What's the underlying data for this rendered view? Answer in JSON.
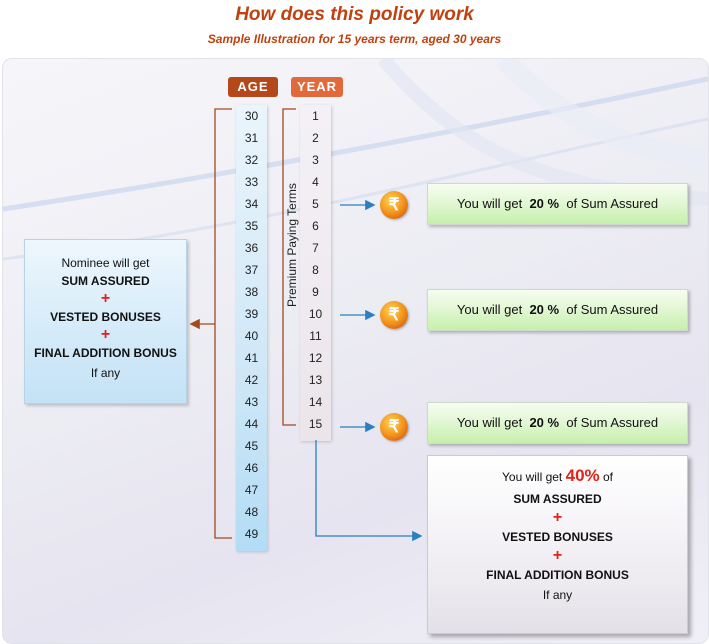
{
  "title": "How does this policy work",
  "subtitle": "Sample Illustration for 15 years term, aged 30 years",
  "headers": {
    "age": "AGE",
    "year": "YEAR"
  },
  "ages": [
    "30",
    "31",
    "32",
    "33",
    "34",
    "35",
    "36",
    "37",
    "38",
    "39",
    "40",
    "41",
    "42",
    "43",
    "44",
    "45",
    "46",
    "47",
    "48",
    "49"
  ],
  "years": [
    "1",
    "2",
    "3",
    "4",
    "5",
    "6",
    "7",
    "8",
    "9",
    "10",
    "11",
    "12",
    "13",
    "14",
    "15"
  ],
  "premium_label": "Premium Paying Terms",
  "rupee_symbol": "₹",
  "payouts": [
    {
      "prefix": "You will get",
      "percent": "20 %",
      "suffix": "of  Sum Assured"
    },
    {
      "prefix": "You will get",
      "percent": "20 %",
      "suffix": "of  Sum Assured"
    },
    {
      "prefix": "You will get",
      "percent": "20 %",
      "suffix": "of  Sum Assured"
    }
  ],
  "nominee": {
    "intro": "Nominee will get",
    "item1": "SUM ASSURED",
    "plus": "+",
    "item2": "VESTED BONUSES",
    "item3": "FINAL ADDITION BONUS",
    "footer": "If any"
  },
  "final": {
    "prefix": "You will get",
    "percent": "40%",
    "suffix": "of",
    "item1": "SUM ASSURED",
    "plus": "+",
    "item2": "VESTED BONUSES",
    "item3": "FINAL ADDITION BONUS",
    "footer": "If any"
  },
  "colors": {
    "title": "#c0410f",
    "age_header": "#b5481a",
    "year_header": "#e06a3c",
    "plus": "#e3211b",
    "arrow_blue": "#2a7fc1",
    "arrow_brown": "#a34a1d"
  }
}
